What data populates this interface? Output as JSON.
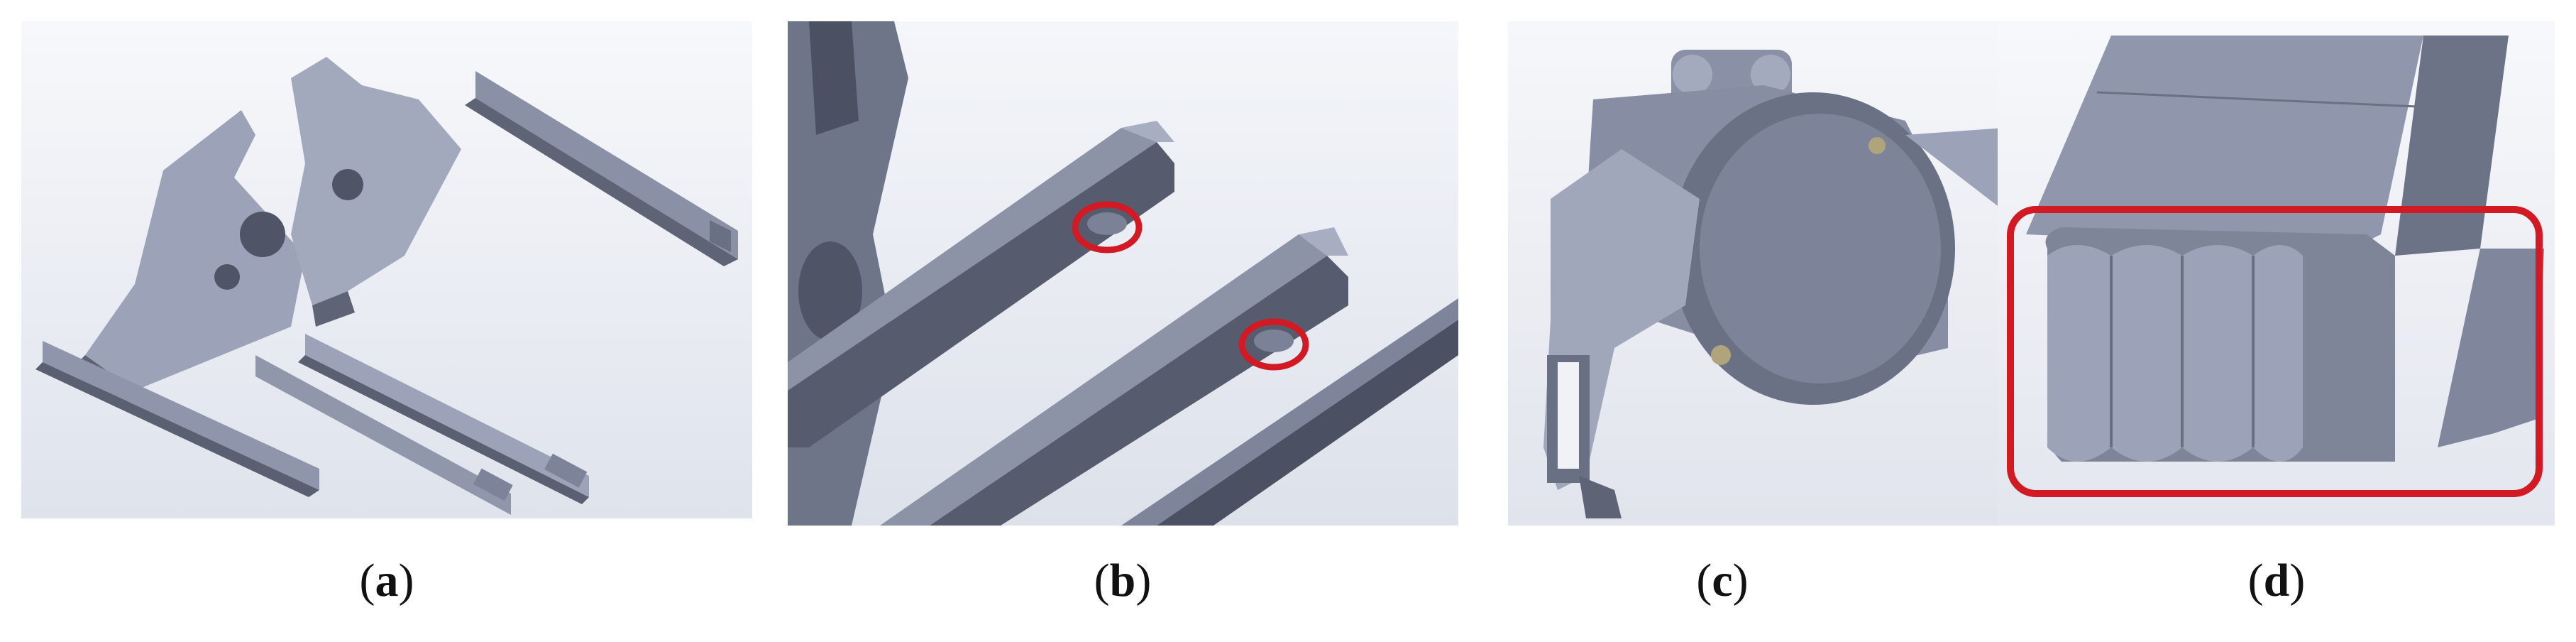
{
  "panels": [
    {
      "caption_open": "(",
      "caption_letter": "a",
      "caption_close": ")",
      "highlight_markers": 0
    },
    {
      "caption_open": "(",
      "caption_letter": "b",
      "caption_close": ")",
      "highlight_markers": 2
    },
    {
      "caption_open": "(",
      "caption_letter": "c",
      "caption_close": ")",
      "highlight_markers": 0
    },
    {
      "caption_open": "(",
      "caption_letter": "d",
      "caption_close": ")",
      "highlight_markers": 1
    }
  ],
  "colors": {
    "background_gradient_top": "#f7f8fb",
    "background_gradient_bottom": "#dfe3ec",
    "part_light": "#9ca2b7",
    "part_mid": "#7d8398",
    "part_dark": "#4f5466",
    "part_darker": "#3f4353",
    "highlight_red": "#d21a24"
  },
  "icons": [
    "cad-gripper-frame-render",
    "cad-finger-slot-closeup-render",
    "cad-gripper-assembly-render",
    "cad-fingertip-pad-closeup-render"
  ]
}
